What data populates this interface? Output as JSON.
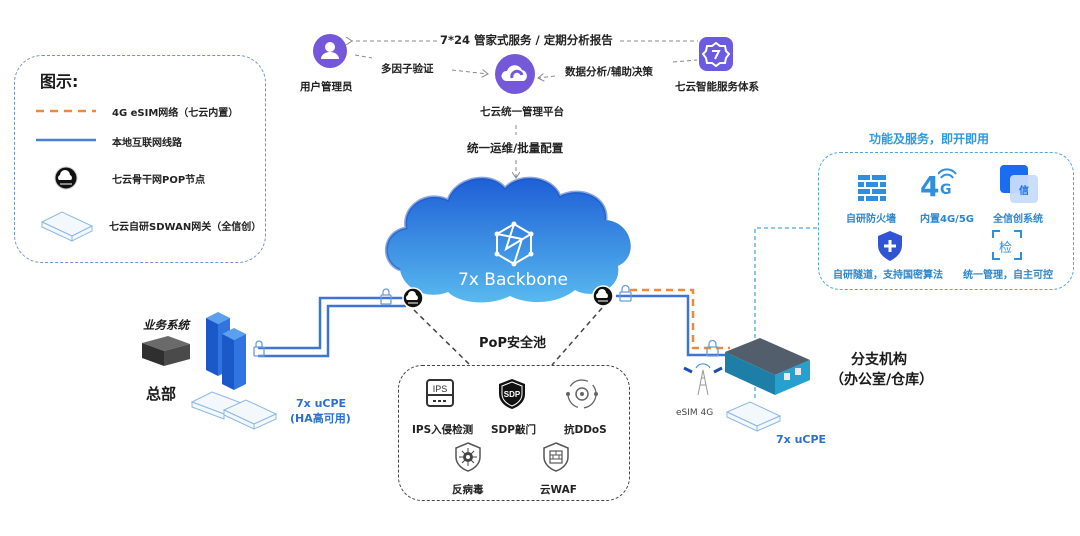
{
  "legend": {
    "title": "图示:",
    "items": [
      {
        "icon": "orange-dashed-line",
        "label": "4G eSIM网络（七云内置）"
      },
      {
        "icon": "blue-solid-line",
        "label": "本地互联网线路"
      },
      {
        "icon": "pop-node-icon",
        "label": "七云骨干网POP节点"
      },
      {
        "icon": "sdwan-gateway-icon",
        "label": "七云自研SDWAN网关（全信创）"
      }
    ]
  },
  "management": {
    "top_link_label": "7*24 管家式服务 / 定期分析报告",
    "user_admin": {
      "icon": "user-icon",
      "label": "用户管理员"
    },
    "mfa_label": "多因子验证",
    "platform": {
      "icon": "cloud-icon",
      "label": "七云统一管理平台"
    },
    "analytics_label": "数据分析/辅助决策",
    "smart_service": {
      "icon": "gear-service-icon",
      "label": "七云智能服务体系"
    },
    "ops_label": "统一运维/批量配置"
  },
  "backbone": {
    "icon": "hexagon-network-icon",
    "label": "7x Backbone",
    "pool_label": "PoP安全池"
  },
  "security_pool": {
    "items": [
      {
        "icon": "ips-icon",
        "label": "IPS入侵检测"
      },
      {
        "icon": "sdp-shield-icon",
        "label": "SDP敲门"
      },
      {
        "icon": "ddos-icon",
        "label": "抗DDoS"
      },
      {
        "icon": "antivirus-icon",
        "label": "反病毒"
      },
      {
        "icon": "waf-icon",
        "label": "云WAF"
      }
    ]
  },
  "headquarters": {
    "system_label": "业务系统",
    "name": "总部",
    "cpe_label_1": "7x uCPE",
    "cpe_label_2": "(HA高可用)"
  },
  "branch": {
    "name_1": "分支机构",
    "name_2": "（办公室/仓库）",
    "esim_label": "eSIM 4G",
    "cpe_label": "7x uCPE"
  },
  "services": {
    "title": "功能及服务，即开即用",
    "items": [
      {
        "icon": "firewall-icon",
        "label": "自研防火墙"
      },
      {
        "icon": "4g-signal-icon",
        "label": "内置4G/5G"
      },
      {
        "icon": "xinchuang-icon",
        "label": "全信创系统"
      },
      {
        "icon": "tunnel-shield-icon",
        "label": "自研隧道，支持国密算法"
      },
      {
        "icon": "inspect-icon",
        "label": "统一管理，自主可控"
      }
    ],
    "icon_glyph_4g": "4",
    "icon_glyph_g": "G",
    "icon_glyph_xin": "信",
    "icon_glyph_jian": "检"
  },
  "colors": {
    "accent_purple": "#7557d9",
    "link_blue": "#3f74d4",
    "esim_orange": "#f0883a",
    "service_blue": "#2f9ade"
  }
}
